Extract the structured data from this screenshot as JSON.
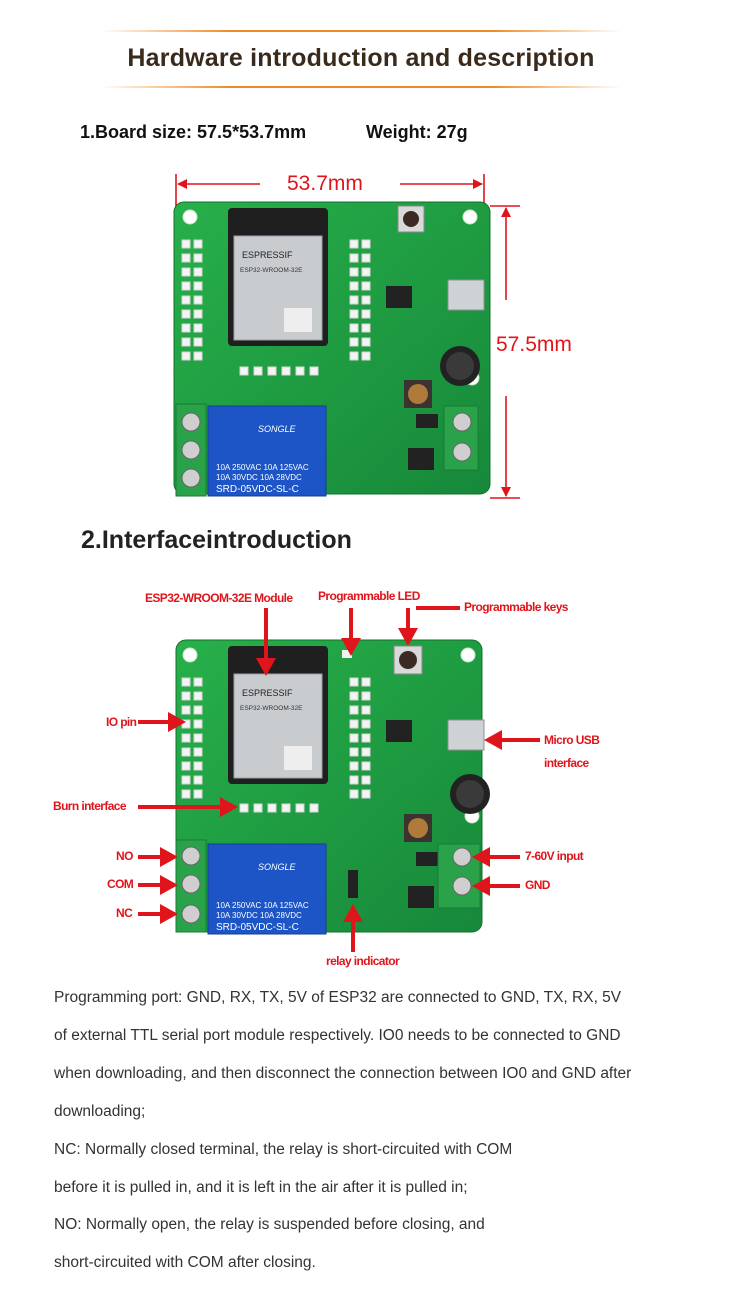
{
  "header": {
    "title": "Hardware introduction and description"
  },
  "specs": {
    "board_size": "1.Board size: 57.5*53.7mm",
    "weight": "Weight: 27g"
  },
  "dimensions": {
    "width": "53.7mm",
    "height": "57.5mm"
  },
  "board_labels": {
    "brand": "ESPRESSIF",
    "module": "ESP32-WROOM-32E",
    "relay_brand": "SONGLE",
    "relay_rating_1": "10A 250VAC  10A 125VAC",
    "relay_rating_2": "10A  30VDC  10A  28VDC",
    "relay_model": "SRD-05VDC-SL-C"
  },
  "section2": {
    "title": "2.Interfaceintroduction"
  },
  "callouts": {
    "module": "ESP32-WROOM-32E Module",
    "led": "Programmable LED",
    "keys": "Programmable keys",
    "io_pin": "IO pin",
    "micro_usb_1": "Micro USB",
    "micro_usb_2": "interface",
    "burn": "Burn interface",
    "no": "NO",
    "com": "COM",
    "nc": "NC",
    "input": "7-60V input",
    "gnd": "GND",
    "relay_indicator": "relay indicator"
  },
  "description": [
    "Programming port: GND, RX, TX, 5V of ESP32 are connected to GND, TX, RX, 5V",
    "of external TTL serial port module respectively. IO0 needs to be connected to GND",
    "when downloading, and then disconnect the connection between IO0 and GND after",
    "downloading;",
    "NC: Normally closed terminal, the relay is short-circuited with COM",
    "before it is pulled in, and it is left in the air after it is pulled in;",
    "NO: Normally open, the relay is suspended before closing, and",
    "short-circuited with COM after closing."
  ],
  "colors": {
    "accent": "#e0151b",
    "pcb": "#1e9e3c",
    "header_line": "#f08a24",
    "title": "#3a2a1c"
  }
}
